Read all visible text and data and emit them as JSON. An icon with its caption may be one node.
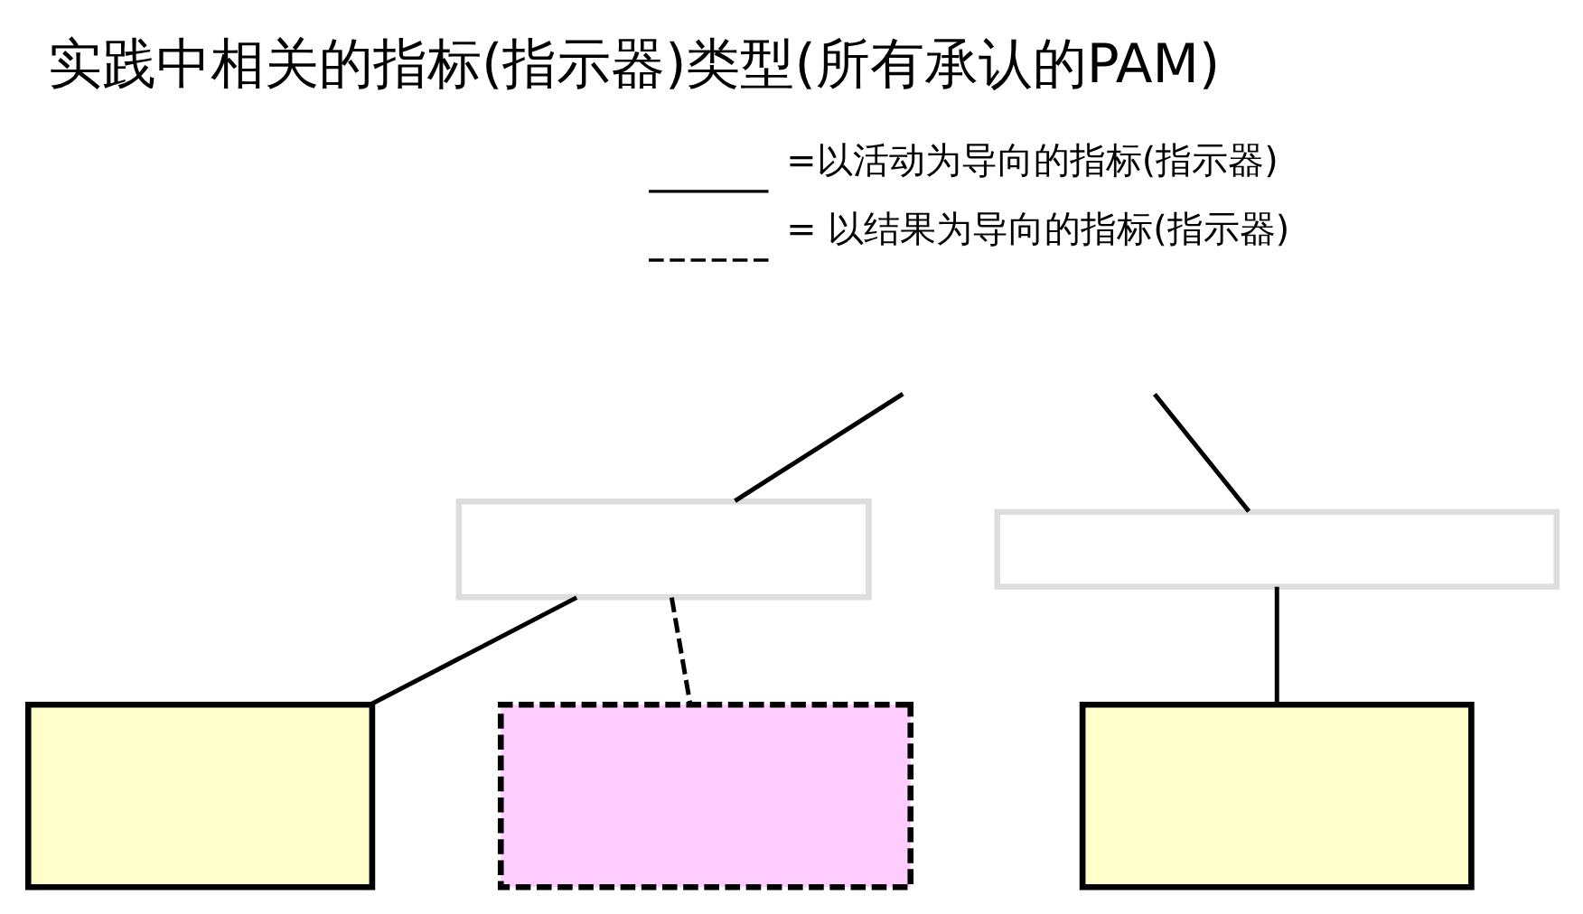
{
  "diagram": {
    "title": "实践中相关的指标(指示器)类型(所有承认的PAM)",
    "nodes": [
      {
        "text": [],
        "shape": "box"
      },
      {
        "text": [],
        "shape": "box"
      },
      {
        "text": [],
        "shape": "box"
      },
      {
        "text": [],
        "shape": "box"
      },
      {
        "text": [],
        "shape": "box"
      }
    ],
    "edges": [
      {
        "from": null,
        "to": 0,
        "arrow": "none"
      },
      {
        "from": null,
        "to": 1,
        "arrow": "none"
      },
      {
        "from": 0,
        "to": 2,
        "arrow": "none"
      },
      {
        "from": 0,
        "to": 3,
        "arrow": "none",
        "style": "dashed"
      },
      {
        "from": 1,
        "to": 4,
        "arrow": "none"
      }
    ],
    "legend": [
      {
        "text": "=以活动为导向的指标(指示器)"
      },
      {
        "text": "= 以结果为导向的指标(指示器)"
      }
    ]
  }
}
